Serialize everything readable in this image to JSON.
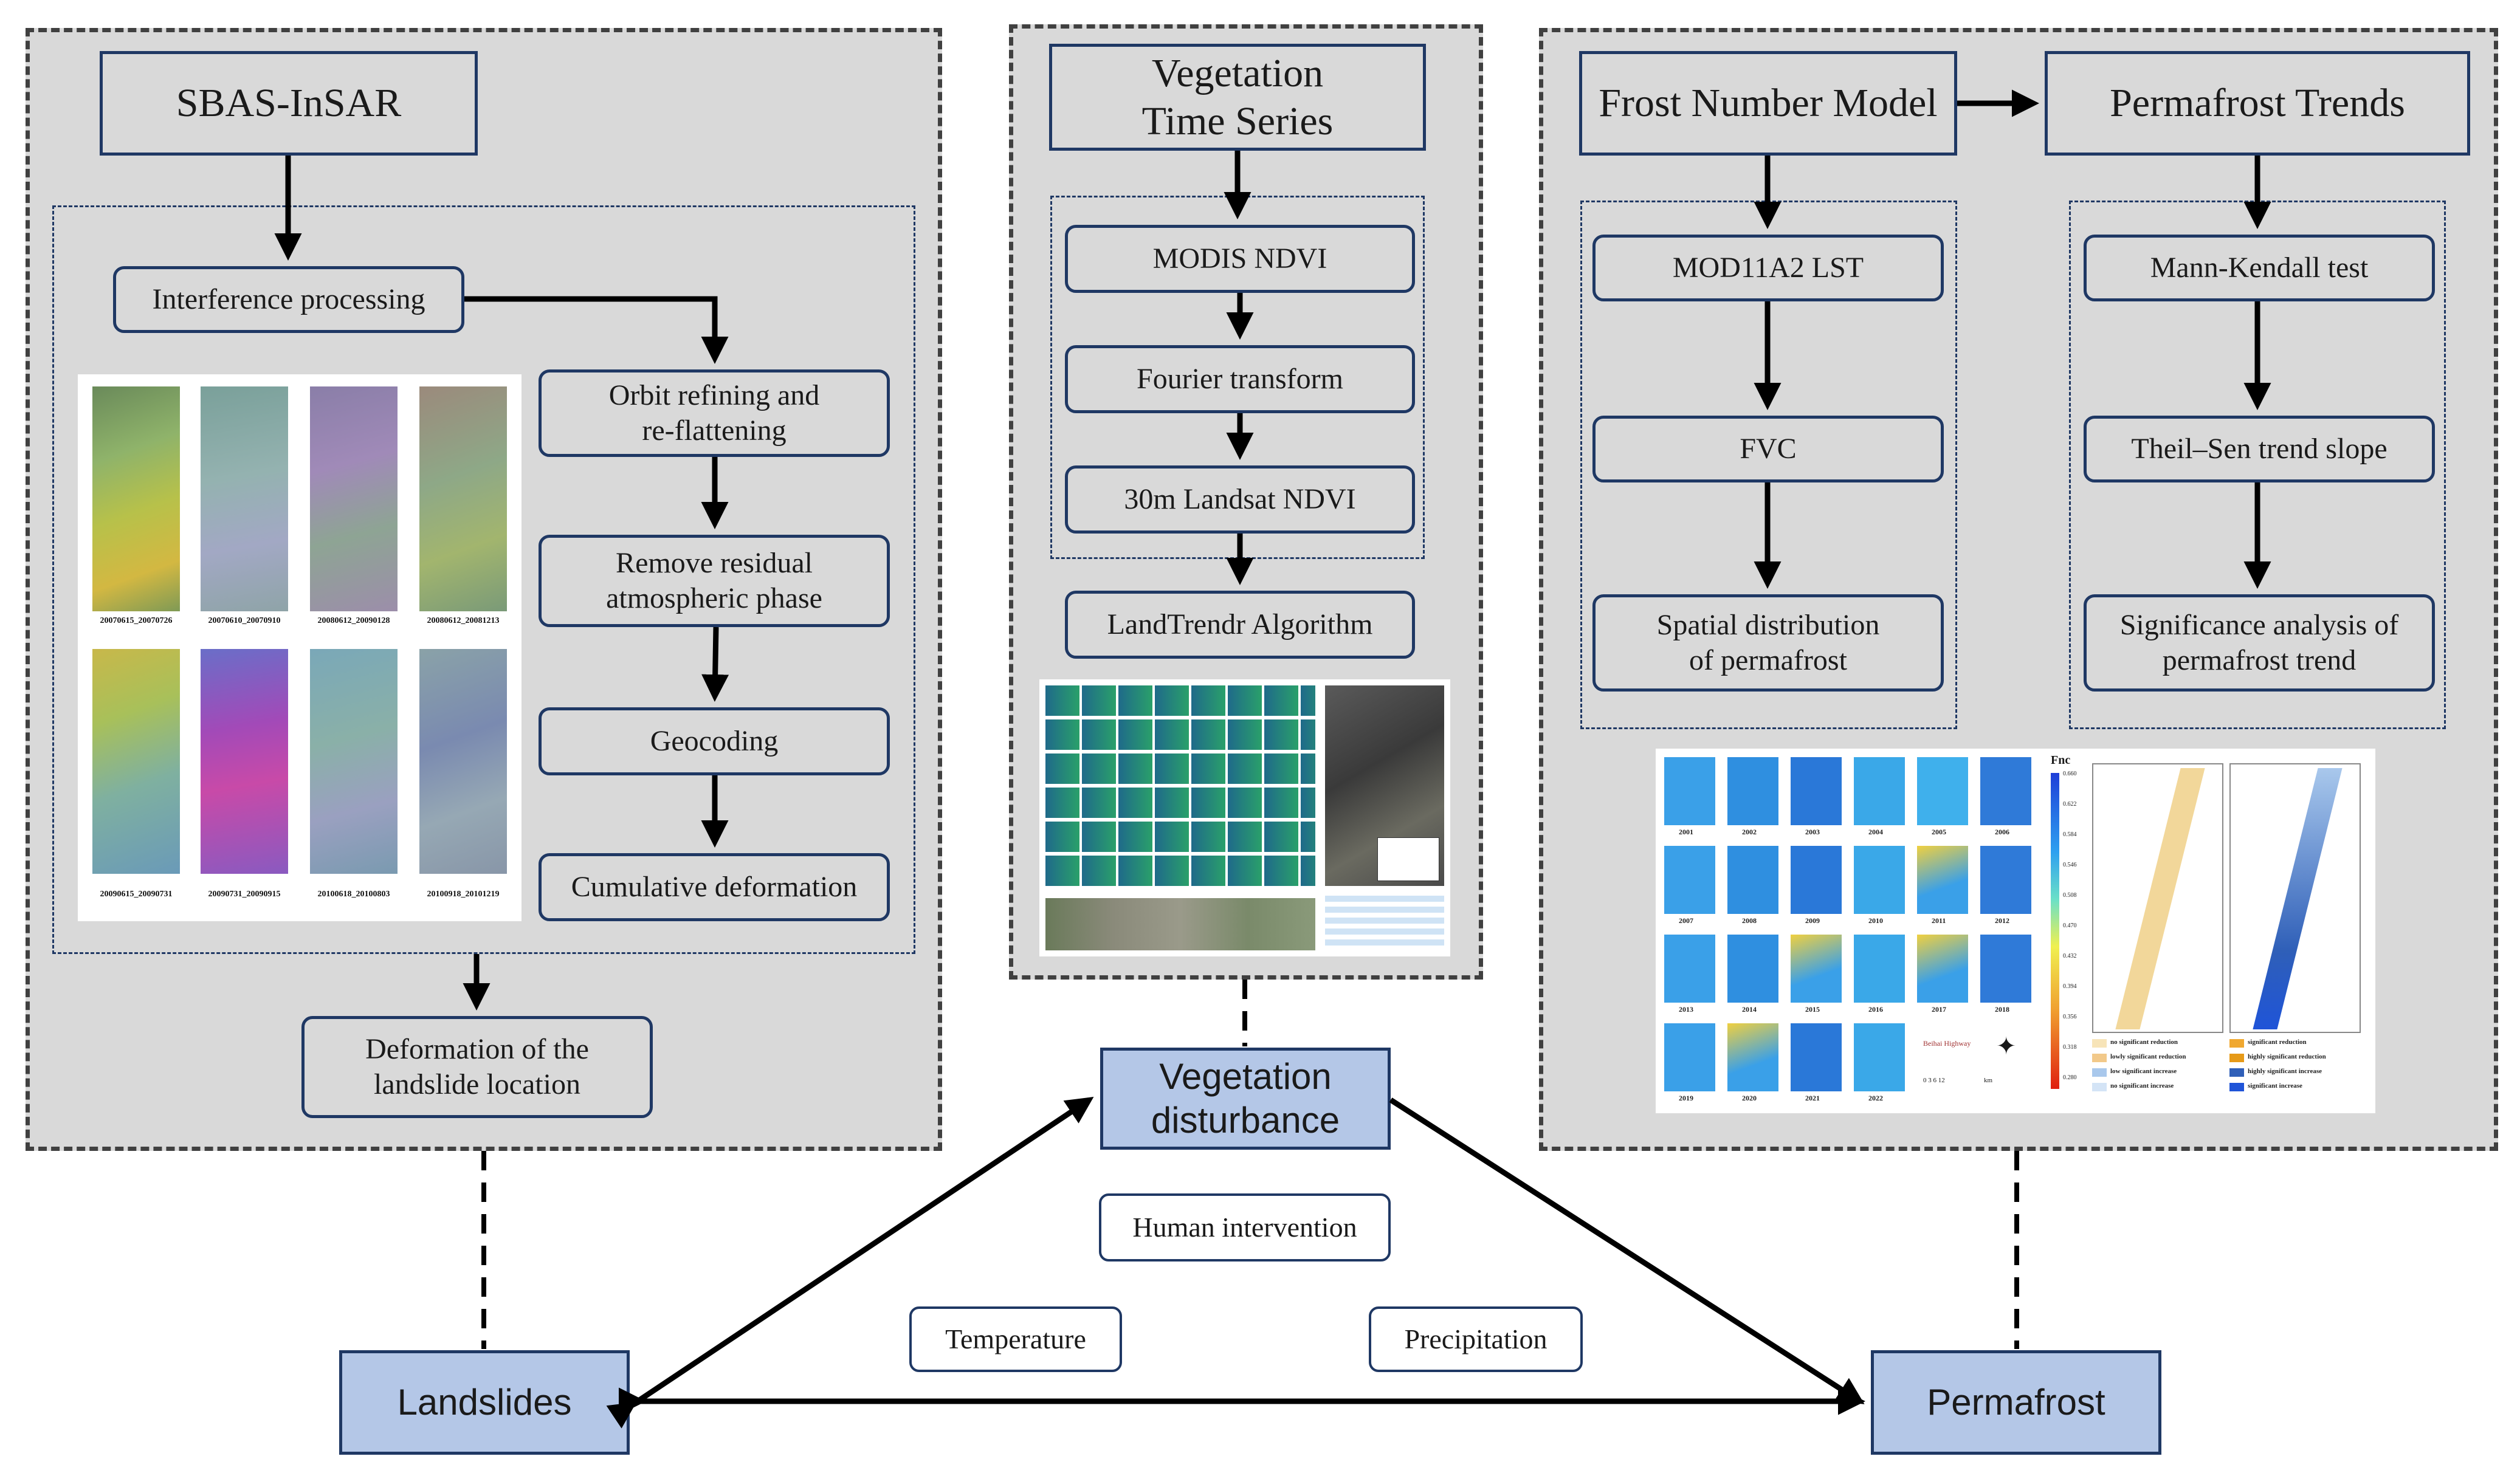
{
  "left_panel": {
    "title": "SBAS-InSAR",
    "steps": {
      "interference": "Interference processing",
      "orbit": "Orbit refining and\nre-flattening",
      "atmos": "Remove residual\natmospheric phase",
      "geocoding": "Geocoding",
      "cumulative": "Cumulative deformation"
    },
    "interferograms": [
      "20070615_20070726",
      "20070610_20070910",
      "20080612_20090128",
      "20080612_20081213",
      "20090615_20090731",
      "20090731_20090915",
      "20100618_20100803",
      "20100918_20101219"
    ],
    "output": "Deformation of the\nlandslide location"
  },
  "middle_panel": {
    "title": "Vegetation\nTime Series",
    "steps": {
      "modis": "MODIS NDVI",
      "fourier": "Fourier transform",
      "landsat": "30m Landsat NDVI",
      "landtrendr": "LandTrendr Algorithm"
    }
  },
  "right_panel": {
    "frost_model": "Frost Number Model",
    "trends": "Permafrost Trends",
    "left_steps": {
      "lst": "MOD11A2 LST",
      "fvc": "FVC",
      "spatial": "Spatial  distribution\nof permafrost"
    },
    "right_steps": {
      "mk": "Mann-Kendall test",
      "ts": "Theil–Sen trend slope",
      "sig": "Significance analysis of\npermafrost trend"
    },
    "fnc_label": "Fnc",
    "fnc_ticks": [
      "0.660",
      "0.622",
      "0.584",
      "0.546",
      "0.508",
      "0.470",
      "0.432",
      "0.394",
      "0.356",
      "0.318",
      "0.280"
    ],
    "years": [
      "2001",
      "2002",
      "2003",
      "2004",
      "2005",
      "2006",
      "2007",
      "2008",
      "2009",
      "2010",
      "2011",
      "2012",
      "2013",
      "2014",
      "2015",
      "2016",
      "2017",
      "2018",
      "2019",
      "2020",
      "2021",
      "2022"
    ],
    "road_label": "Beihai Highway",
    "scale_text": "0   3   6       12",
    "scale_unit": "km",
    "legend": [
      "no significant reduction",
      "lowly significant reduction",
      "low significant increase",
      "no significant increase",
      "significant reduction",
      "highly significant reduction",
      "highly significant increase",
      "significant increase"
    ],
    "colors": {
      "legend": [
        "#f7e4b8",
        "#f2c98a",
        "#a9c8ec",
        "#d4e4f6",
        "#f0a830",
        "#e69a18",
        "#2f5fb8",
        "#1f54d8"
      ]
    }
  },
  "bottom": {
    "vegetation": "Vegetation\ndisturbance",
    "landslides": "Landslides",
    "permafrost": "Permafrost",
    "human": "Human intervention",
    "temperature": "Temperature",
    "precipitation": "Precipitation"
  }
}
